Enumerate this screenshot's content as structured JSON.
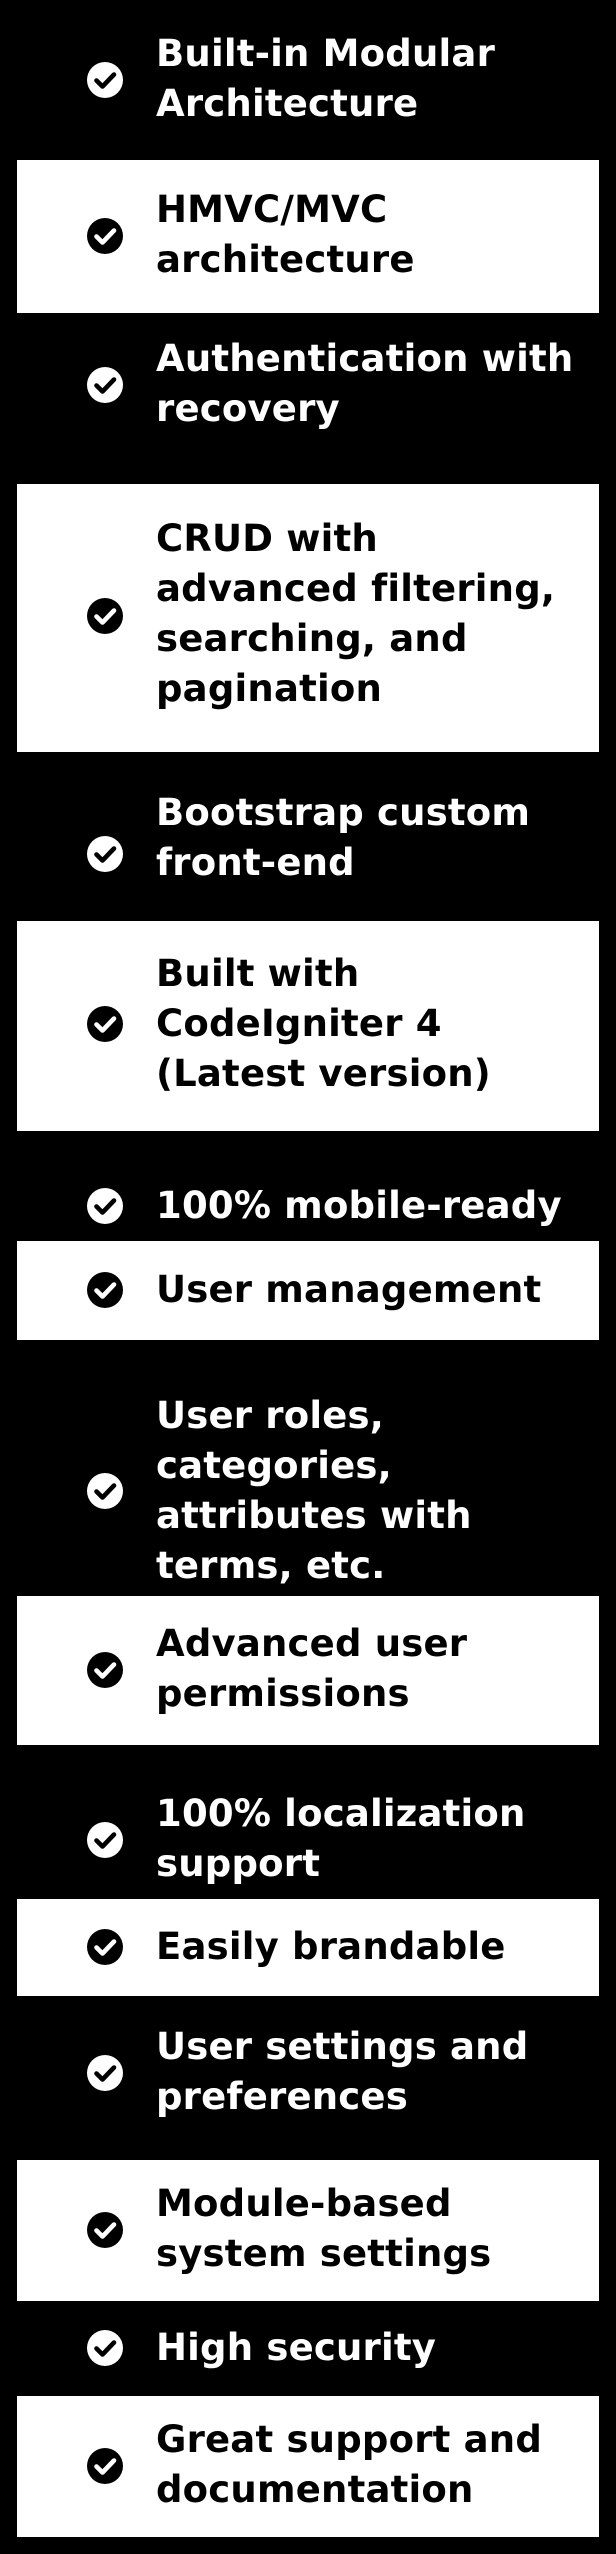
{
  "features": [
    {
      "text": "Built-in Modular\nArchitecture",
      "theme": "dark"
    },
    {
      "text": "HMVC/MVC\narchitecture",
      "theme": "light"
    },
    {
      "text": "Authentication with\nrecovery",
      "theme": "dark"
    },
    {
      "text": "CRUD with\nadvanced filtering,\nsearching, and\npagination",
      "theme": "light"
    },
    {
      "text": "Bootstrap custom\nfront-end",
      "theme": "dark"
    },
    {
      "text": "Built with\nCodeIgniter 4\n(Latest version)",
      "theme": "light"
    },
    {
      "text": "100% mobile-ready",
      "theme": "dark"
    },
    {
      "text": "User management",
      "theme": "light"
    },
    {
      "text": "User roles,\ncategories,\nattributes with\nterms, etc.",
      "theme": "dark"
    },
    {
      "text": "Advanced user\npermissions",
      "theme": "light"
    },
    {
      "text": "100% localization\nsupport",
      "theme": "dark"
    },
    {
      "text": "Easily brandable",
      "theme": "light"
    },
    {
      "text": "User settings and\npreferences",
      "theme": "dark"
    },
    {
      "text": "Module-based\nsystem settings",
      "theme": "light"
    },
    {
      "text": "High security",
      "theme": "dark"
    },
    {
      "text": "Great support and\ndocumentation",
      "theme": "light"
    }
  ],
  "icon": "check-circle-icon",
  "colors": {
    "dark_background": "#000000",
    "light_background": "#ffffff",
    "dark_text": "#ffffff",
    "light_text": "#000000"
  }
}
